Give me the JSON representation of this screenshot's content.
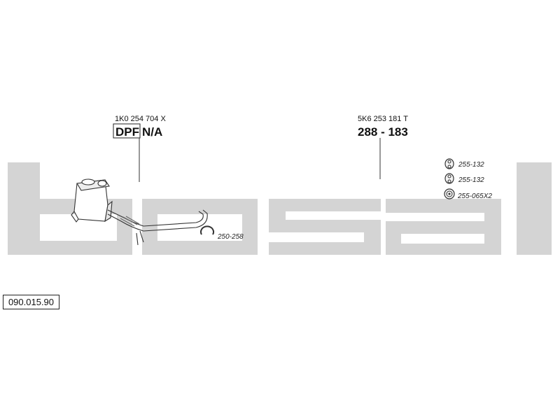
{
  "watermark": {
    "text": "bosal",
    "color": "#d4d4d4"
  },
  "parts": [
    {
      "part_no": "1K0 254 704 X",
      "badge": "DPF",
      "code": "N/A"
    },
    {
      "part_no": "5K6 253 181 T",
      "code": "288 - 183"
    }
  ],
  "fittings": [
    {
      "ref": "250-258"
    },
    {
      "ref": "255-132"
    },
    {
      "ref": "255-132"
    },
    {
      "ref": "255-065X2"
    }
  ],
  "reference_number": "090.015.90"
}
